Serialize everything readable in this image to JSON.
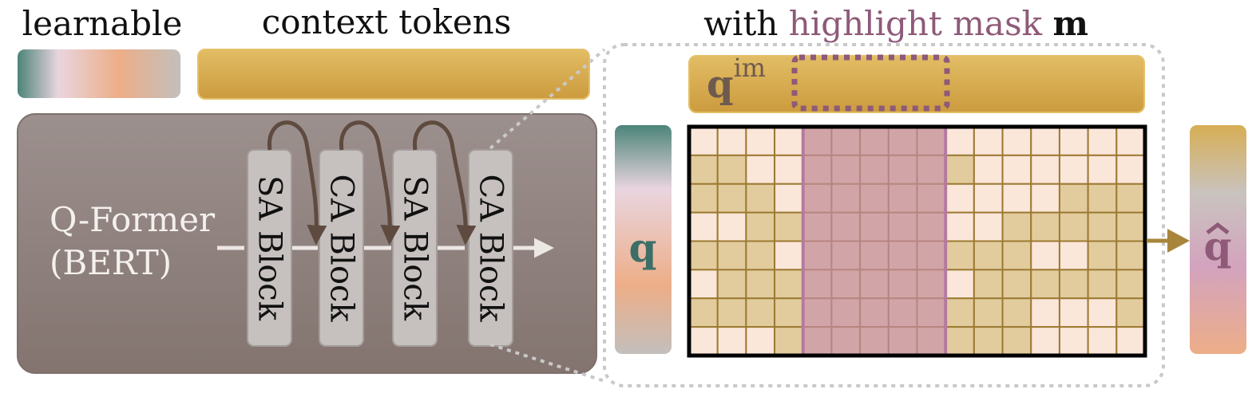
{
  "labels": {
    "learnable": "learnable",
    "context_tokens": "context tokens",
    "with": "with",
    "highlight_mask": "highlight mask",
    "m": "m",
    "qformer_line1": "Q-Former",
    "qformer_line2": "(BERT)",
    "q": "q",
    "q_im_base": "q",
    "q_im_sup": "im",
    "q_hat": "q"
  },
  "blocks": [
    "SA Block",
    "CA Block",
    "SA Block",
    "CA Block"
  ],
  "attention_grid": {
    "rows": 8,
    "cols": 16,
    "highlight_cols": [
      4,
      5,
      6,
      7,
      8
    ],
    "cells": [
      "LLLLDDDDDLLLLLLL",
      "DDLLDDDDDDLLLLLL",
      "DDDLDDDDDLLLLDDD",
      "LLDDDDDDDLLDDDDD",
      "DDDLDDDDDDDDLLDD",
      "LDDDDDDDDLDDDDDD",
      "DDDDDDDDDDDDLLLD",
      "LLLDDDDDDDDDLLLL"
    ]
  },
  "colors": {
    "gold": "#D9AE55",
    "gold_dark": "#C9983E",
    "cell_light": "#FBE6DA",
    "cell_dark": "#E2CC9E",
    "grid_line": "#9C7A32",
    "highlight": "#C78CAE",
    "highlight_text": "#8E5A78",
    "qformer_bg": "#8E807E",
    "block_bg": "#C6C1BF",
    "arrow_dark": "#5E4A3F",
    "teal": "#3D6E66",
    "qhat_color": "#8E5A78"
  }
}
